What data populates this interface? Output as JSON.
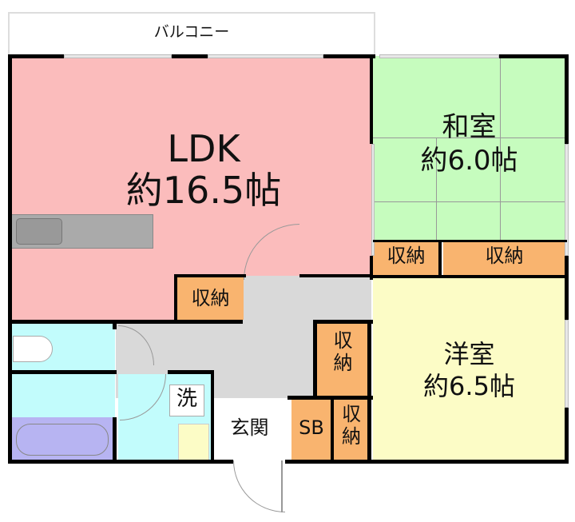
{
  "plan": {
    "balcony": "バルコニー",
    "ldk": {
      "name": "LDK",
      "size": "約16.5帖"
    },
    "washitsu": {
      "name": "和室",
      "size": "約6.0帖"
    },
    "yoshitsu": {
      "name": "洋室",
      "size": "約6.5帖"
    },
    "storage": "収納",
    "storage_vertical_1": "収\n納",
    "storage_vertical_2": "収\n納",
    "washroom": "洗",
    "entrance": "玄関",
    "shoe_box": "SB"
  },
  "colors": {
    "ldk": "#fbbcbc",
    "washitsu": "#c6fcbe",
    "yoshitsu": "#fcfcc6",
    "storage": "#f9b46f",
    "hall": "#d9d9d9",
    "water": "#c2fcfc",
    "bath": "#b7b4f2"
  }
}
